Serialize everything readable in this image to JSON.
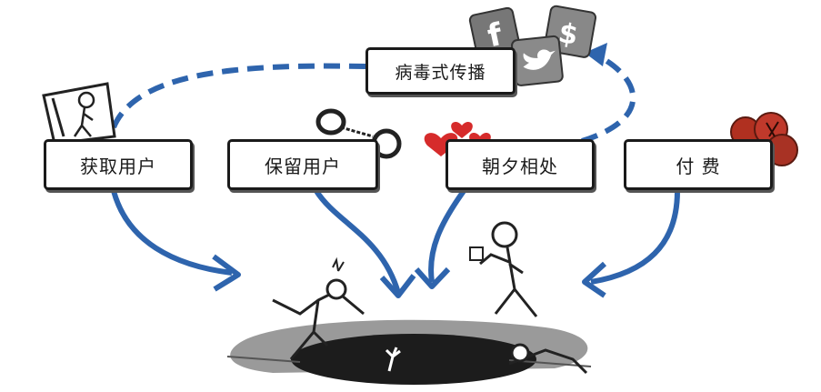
{
  "stages": {
    "acquire": "获取用户",
    "retain": "保留用户",
    "companion": "朝夕相处",
    "pay": "付 费",
    "viral": "病毒式传播"
  },
  "colors": {
    "arrow": "#2e64ad",
    "box_border": "#1a1a1a",
    "coin": "#c0392b",
    "heart": "#d62b2b",
    "social_tile": "#7a7a7a"
  },
  "icons": [
    "person-in-door-icon",
    "handcuffs-icon",
    "hearts-icon",
    "coins-icon",
    "facebook-icon",
    "twitter-icon",
    "dollar-icon",
    "hole-with-figures-icon"
  ]
}
